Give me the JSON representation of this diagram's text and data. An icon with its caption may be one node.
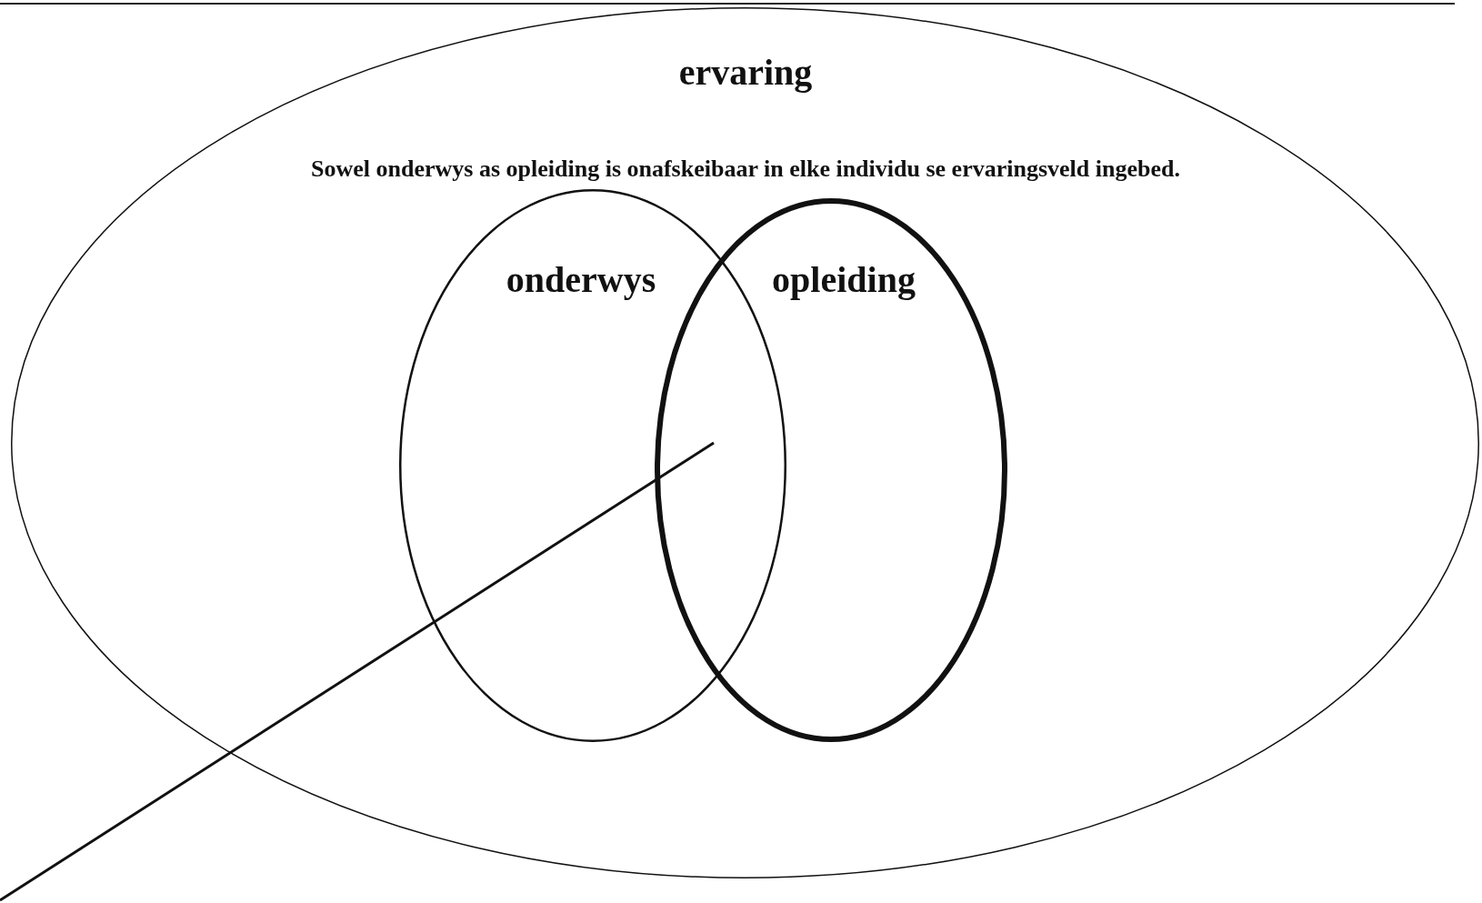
{
  "diagram": {
    "nodes": [
      {
        "text": [
          "ervaring",
          "Sowel onderwys as opleiding is onafskeibaar in elke individu se ervaringsveld ingebed."
        ]
      },
      {
        "text": [
          "onderwys"
        ],
        "in": 0
      },
      {
        "text": [
          "opleiding"
        ],
        "in": 0
      }
    ],
    "edges": [
      {
        "from": null,
        "to": 2,
        "arrow": "none"
      }
    ]
  }
}
